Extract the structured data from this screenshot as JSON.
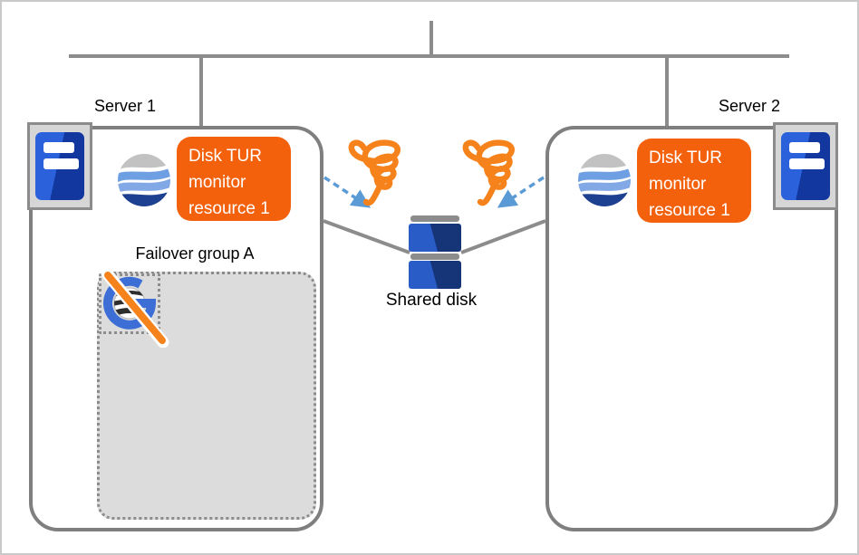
{
  "diagram": {
    "server1": {
      "label": "Server 1",
      "monitor_badge": "Disk TUR\nmonitor\nresource 1",
      "failover_group_label": "Failover group A"
    },
    "server2": {
      "label": "Server 2",
      "monitor_badge": "Disk TUR\nmonitor\nresource 1"
    },
    "shared_disk": {
      "label": "Shared disk"
    },
    "icons": {
      "server_unit": "server-icon",
      "monitor_resource": "wave-sphere-icon",
      "failure": "tornado-icon",
      "monitoring_path": "dashed-arrow-icon",
      "storage": "shared-disk-icon",
      "group_resource": "group-g-icon",
      "disabled": "slash-icon"
    },
    "colors": {
      "badge_orange": "#F4610D",
      "tornado_orange": "#F6821B",
      "slash_orange": "#F6821B",
      "arrow_blue": "#5B9BD5",
      "line_gray": "#8C8C8C",
      "box_border_gray": "#7F7F7F",
      "disk_blue": "#2A5CC8",
      "disk_navy": "#163579",
      "server_tile_blue": "#2B62DC",
      "server_tile_navy": "#12379E",
      "wave_gray": "#C2C2C2",
      "wave_blue": "#6F9FE3",
      "wave_light_blue": "#82A9E6",
      "wave_navy": "#1E4090",
      "group_ring_blue": "#3C6ED6",
      "group_box_fill": "#DCDCDC"
    }
  }
}
